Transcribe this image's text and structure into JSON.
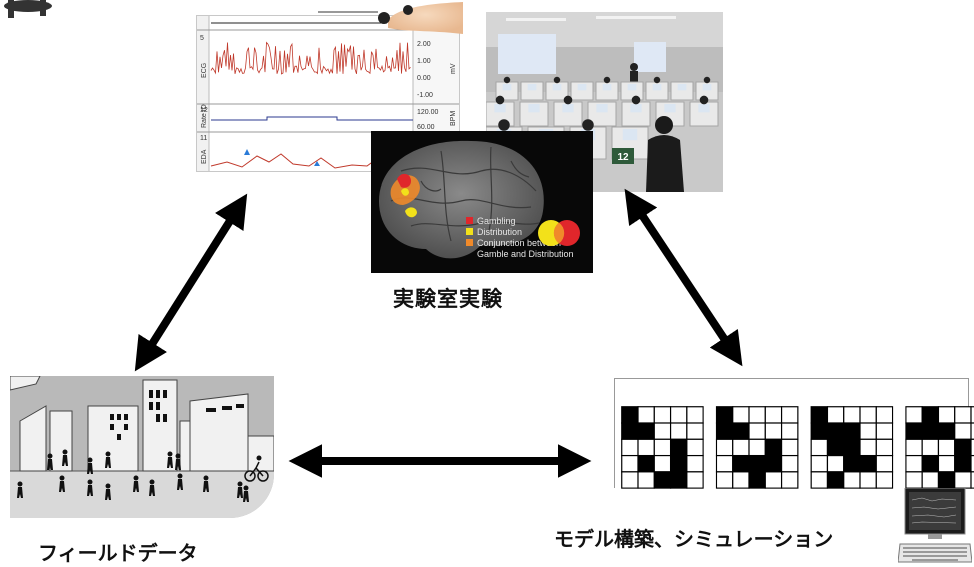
{
  "labels": {
    "lab": "実験室実験",
    "field": "フィールドデータ",
    "model": "モデル構築、シミュレーション"
  },
  "physio": {
    "channel_ids": [
      "5",
      "12",
      "11"
    ],
    "channel_names": [
      "ECG",
      "Rate ID",
      "EDA"
    ],
    "ecg_ticks": [
      "2.00",
      "1.00",
      "0.00",
      "-1.00"
    ],
    "ecg_unit": "mV",
    "rate_ticks": [
      "120.00",
      "60.00"
    ],
    "rate_unit": "BPM"
  },
  "lab_photo": {
    "booth_number": "12"
  },
  "brain": {
    "legend": [
      {
        "text": "Gambling",
        "color": "#e0262b"
      },
      {
        "text": "Distribution",
        "color": "#f2e11a"
      },
      {
        "text": "Conjunction between",
        "color": "#f08a2a"
      },
      {
        "text": "Gamble and Distribution",
        "color": "none"
      }
    ]
  },
  "grids": [
    [
      [
        1,
        0,
        0,
        0,
        0
      ],
      [
        1,
        1,
        0,
        0,
        0
      ],
      [
        0,
        0,
        0,
        1,
        0
      ],
      [
        0,
        1,
        0,
        1,
        0
      ],
      [
        0,
        0,
        1,
        1,
        0
      ]
    ],
    [
      [
        1,
        0,
        0,
        0,
        0
      ],
      [
        1,
        1,
        0,
        0,
        0
      ],
      [
        0,
        0,
        0,
        1,
        0
      ],
      [
        0,
        1,
        1,
        1,
        0
      ],
      [
        0,
        0,
        1,
        0,
        0
      ]
    ],
    [
      [
        1,
        0,
        0,
        0,
        0
      ],
      [
        1,
        1,
        1,
        0,
        0
      ],
      [
        0,
        1,
        1,
        0,
        0
      ],
      [
        0,
        0,
        1,
        1,
        0
      ],
      [
        0,
        1,
        0,
        0,
        0
      ]
    ],
    [
      [
        0,
        1,
        0,
        0,
        0
      ],
      [
        1,
        1,
        1,
        0,
        0
      ],
      [
        0,
        0,
        0,
        1,
        0
      ],
      [
        0,
        1,
        0,
        1,
        0
      ],
      [
        0,
        0,
        1,
        0,
        0
      ]
    ]
  ]
}
